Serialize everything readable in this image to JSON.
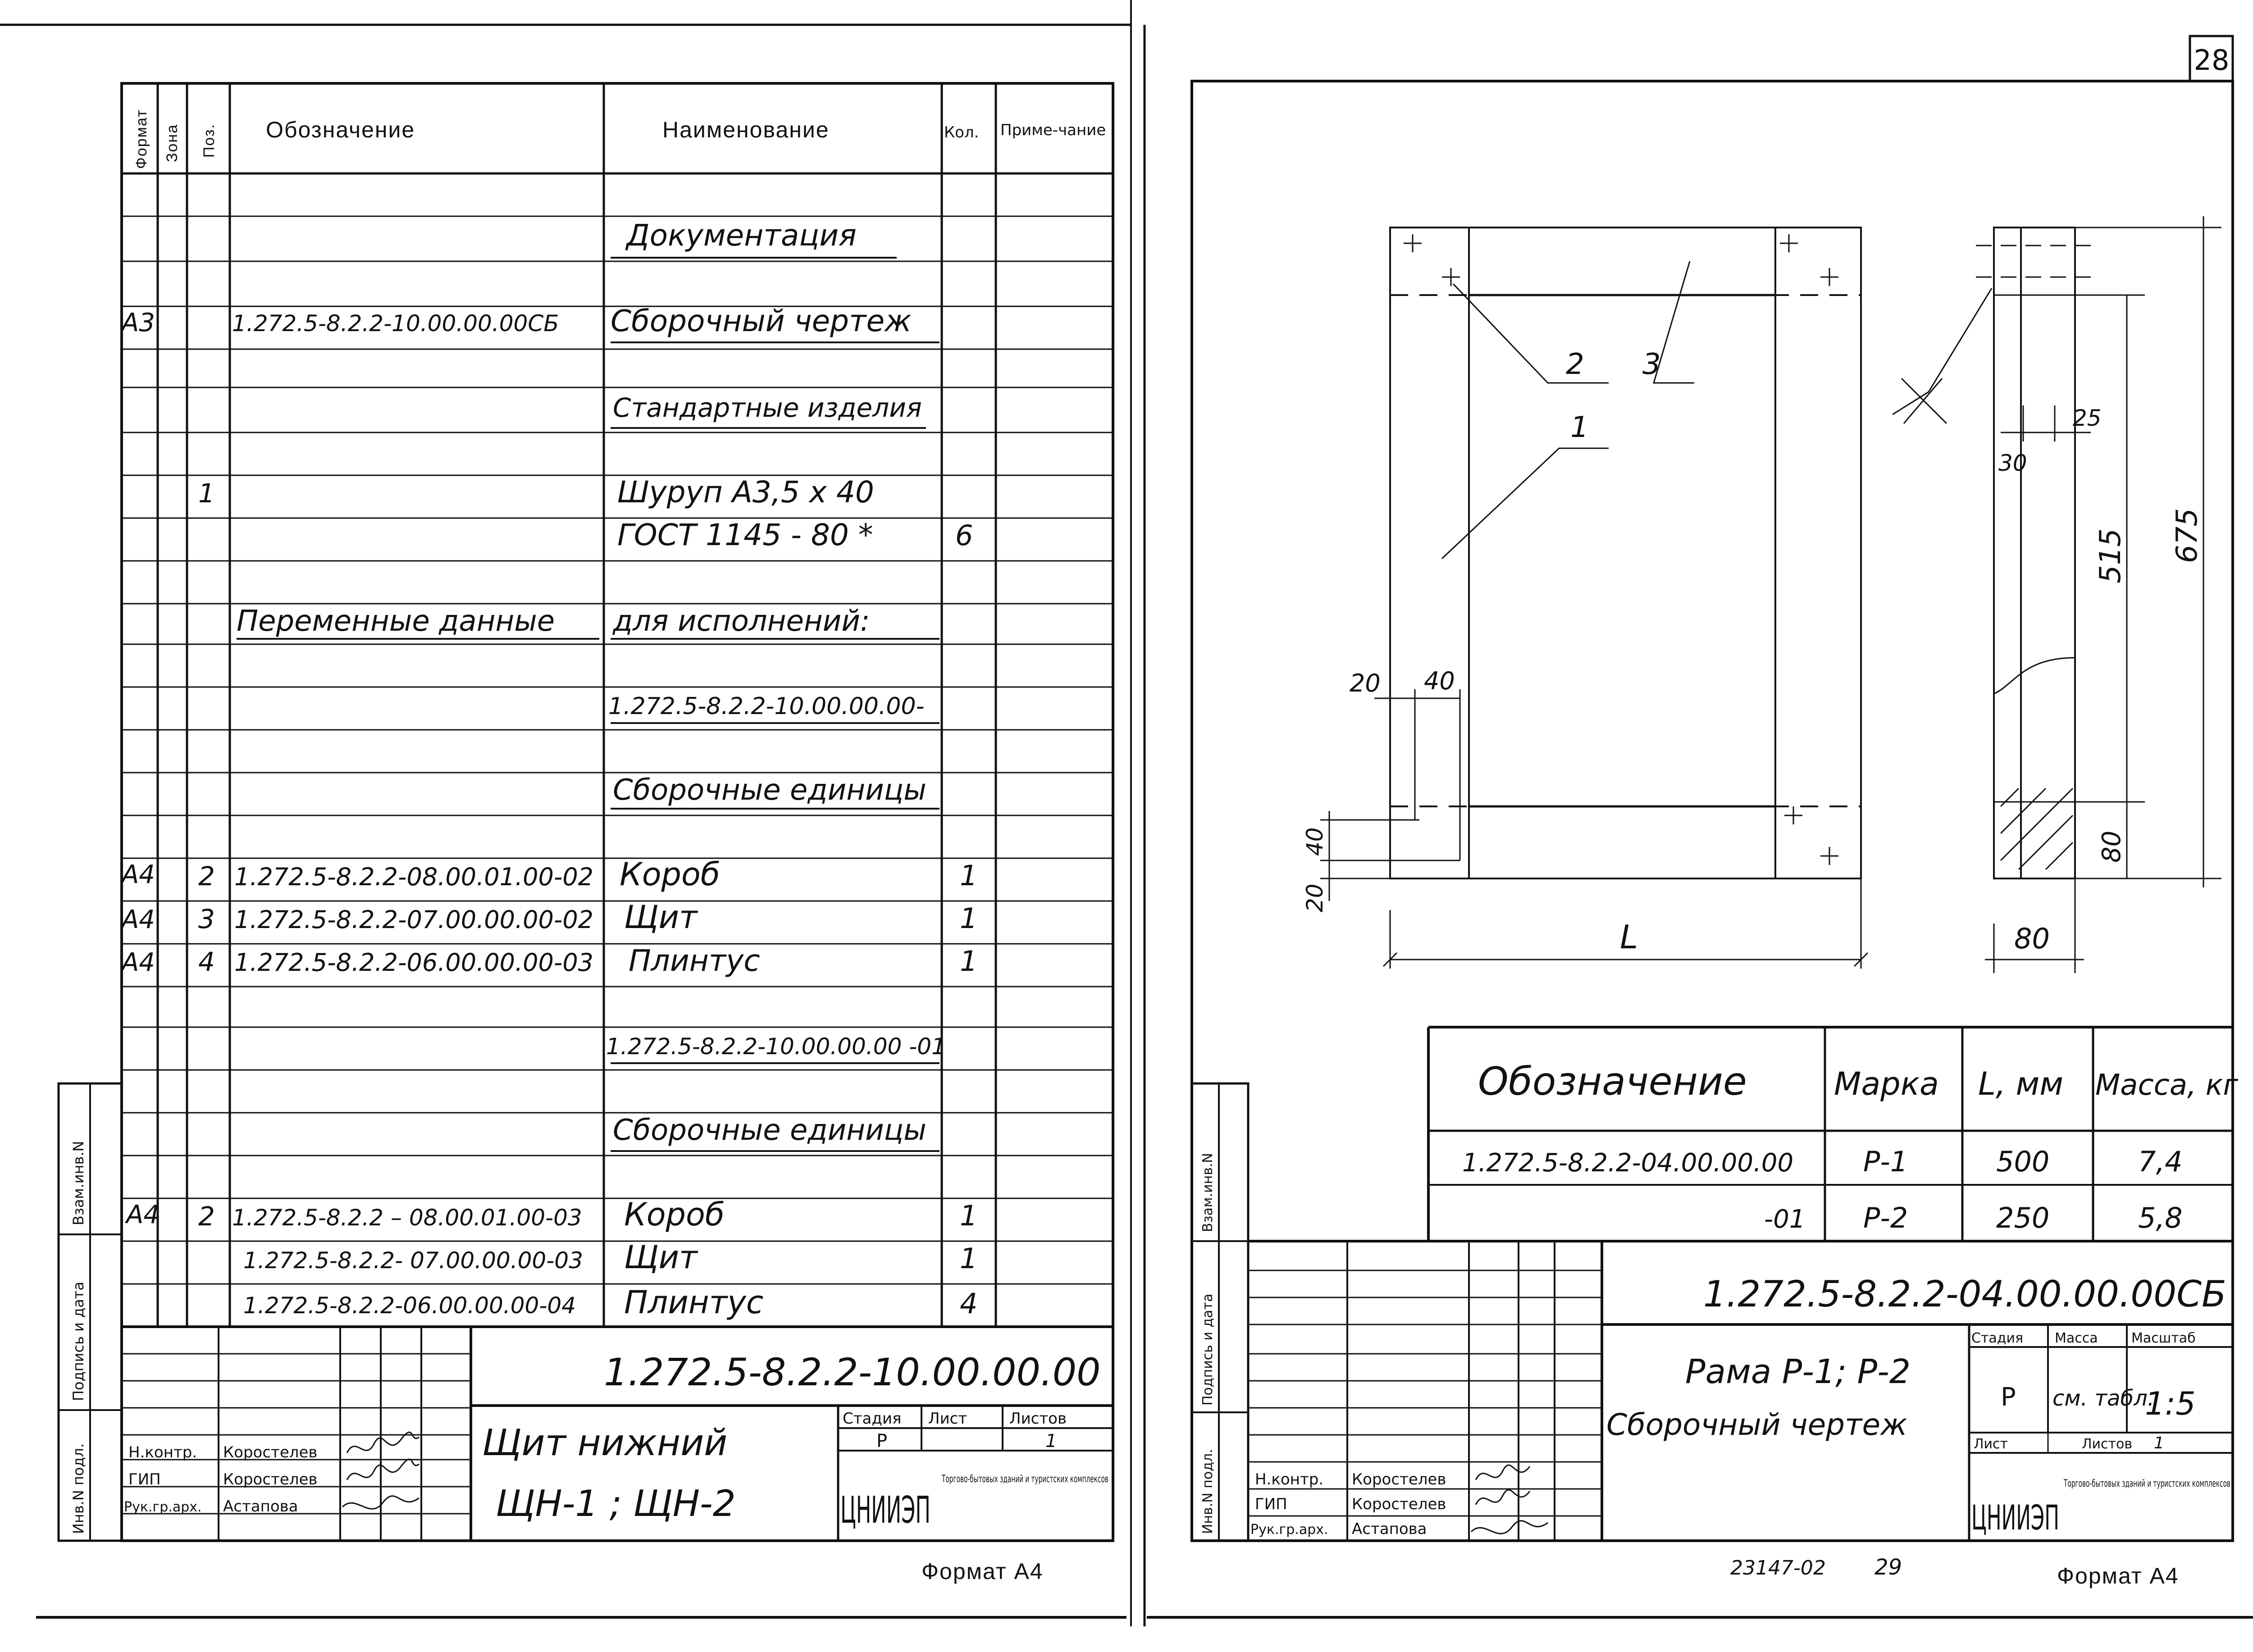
{
  "page_number": "28",
  "left_sheet": {
    "headers": {
      "format": "Формат",
      "zone": "Зона",
      "pos": "Поз.",
      "designation": "Обозначение",
      "name": "Наименование",
      "qty": "Кол.",
      "note": "Приме-чание"
    },
    "rows": [
      {
        "fmt": "",
        "pos": "",
        "des": "",
        "name": "Документация",
        "qty": ""
      },
      {
        "fmt": "A3",
        "pos": "",
        "des": "1.272.5-8.2.2-10.00.00.00СБ",
        "name": "Сборочный чертеж",
        "qty": ""
      },
      {
        "fmt": "",
        "pos": "",
        "des": "",
        "name": "Стандартные изделия",
        "qty": ""
      },
      {
        "fmt": "",
        "pos": "1",
        "des": "",
        "name": "Шуруп А3,5 х 40",
        "qty": ""
      },
      {
        "fmt": "",
        "pos": "",
        "des": "",
        "name": "ГОСТ 1145 - 80 *",
        "qty": "6"
      },
      {
        "fmt": "",
        "pos": "",
        "des": "Переменные данные",
        "name": "для исполнений:",
        "qty": ""
      },
      {
        "fmt": "",
        "pos": "",
        "des": "",
        "name": "1.272.5-8.2.2-10.00.00.00-",
        "qty": ""
      },
      {
        "fmt": "",
        "pos": "",
        "des": "",
        "name": "Сборочные единицы",
        "qty": ""
      },
      {
        "fmt": "A4",
        "pos": "2",
        "des": "1.272.5-8.2.2-08.00.01.00-02",
        "name": "Короб",
        "qty": "1"
      },
      {
        "fmt": "A4",
        "pos": "3",
        "des": "1.272.5-8.2.2-07.00.00.00-02",
        "name": "Щит",
        "qty": "1"
      },
      {
        "fmt": "A4",
        "pos": "4",
        "des": "1.272.5-8.2.2-06.00.00.00-03",
        "name": "Плинтус",
        "qty": "1"
      },
      {
        "fmt": "",
        "pos": "",
        "des": "",
        "name": "1.272.5-8.2.2-10.00.00.00 -01",
        "qty": ""
      },
      {
        "fmt": "",
        "pos": "",
        "des": "",
        "name": "Сборочные единицы",
        "qty": ""
      },
      {
        "fmt": "A4",
        "pos": "2",
        "des": "1.272.5-8.2.2 – 08.00.01.00-03",
        "name": "Короб",
        "qty": "1"
      },
      {
        "fmt": "",
        "pos": "",
        "des": "1.272.5-8.2.2- 07.00.00.00-03",
        "name": "Щит",
        "qty": "1"
      },
      {
        "fmt": "",
        "pos": "",
        "des": "1.272.5-8.2.2-06.00.00.00-04",
        "name": "Плинтус",
        "qty": "4"
      }
    ],
    "side_labels": [
      "Взам.инв.N",
      "Подпись и дата",
      "Инв.N подл."
    ],
    "title_block": {
      "code": "1.272.5-8.2.2-10.00.00.00",
      "title_line1": "Щит нижний",
      "title_line2": "ЩН-1 ; ЩН-2",
      "stage_label": "Стадия",
      "sheet_label": "Лист",
      "sheets_label": "Листов",
      "stage": "Р",
      "sheet": "1",
      "roles": [
        "Н.контр.",
        "ГИП",
        "Рук.гр.арх."
      ],
      "names": [
        "Коростелев",
        "Коростелев",
        "Астапова"
      ],
      "org_logo": "ЦНИИЭП",
      "org_text": "Торгово-бытовых зданий и туристских комплексов"
    },
    "format_note": "Формат А4"
  },
  "right_sheet": {
    "drawing": {
      "labels": [
        "2",
        "3",
        "1"
      ],
      "dims": [
        "20",
        "40",
        "40",
        "20",
        "L",
        "30",
        "25",
        "515",
        "675",
        "80",
        "80"
      ]
    },
    "table": {
      "headers": [
        "Обозначение",
        "Марка",
        "L, мм",
        "Масса, кг"
      ],
      "rows": [
        [
          "1.272.5-8.2.2-04.00.00.00",
          "Р-1",
          "500",
          "7,4"
        ],
        [
          "-01",
          "Р-2",
          "250",
          "5,8"
        ]
      ]
    },
    "side_labels": [
      "Взам.инв.N",
      "Подпись и дата",
      "Инв.N подл."
    ],
    "title_block": {
      "code": "1.272.5-8.2.2-04.00.00.00СБ",
      "title_line1": "Рама Р-1; Р-2",
      "title_line2": "Сборочный чертеж",
      "stage_label": "Стадия",
      "mass_label": "Масса",
      "scale_label": "Масштаб",
      "stage": "Р",
      "mass": "см. табл.",
      "scale": "1:5",
      "sheet_label": "Лист",
      "sheets_label": "Листов",
      "sheets": "1",
      "roles": [
        "Н.контр.",
        "ГИП",
        "Рук.гр.арх."
      ],
      "names": [
        "Коростелев",
        "Коростелев",
        "Астапова"
      ],
      "org_logo": "ЦНИИЭП",
      "org_text": "Торгово-бытовых зданий и туристских комплексов"
    },
    "bottom_ref": "23147-02",
    "bottom_page": "29",
    "format_note": "Формат А4"
  }
}
